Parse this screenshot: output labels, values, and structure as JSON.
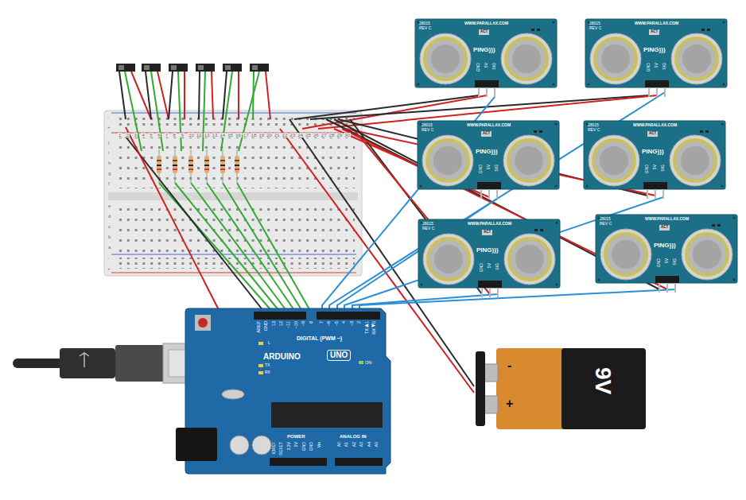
{
  "diagram": {
    "nodes": [
      {
        "text": [
          "28015 REV C",
          "WWW.PARALLAX.COM",
          "ACT",
          "PING)))",
          "GND",
          "5V",
          "SIG"
        ]
      },
      {
        "text": [
          "28015 REV C",
          "WWW.PARALLAX.COM",
          "ACT",
          "PING)))",
          "GND",
          "5V",
          "SIG"
        ]
      },
      {
        "text": [
          "28015 REV C",
          "WWW.PARALLAX.COM",
          "ACT",
          "PING)))",
          "GND",
          "5V",
          "SIG"
        ]
      },
      {
        "text": [
          "28015 REV C",
          "WWW.PARALLAX.COM",
          "ACT",
          "PING)))",
          "GND",
          "5V",
          "SIG"
        ]
      },
      {
        "text": [
          "28015 REV C",
          "WWW.PARALLAX.COM",
          "ACT",
          "PING)))",
          "GND",
          "5V",
          "SIG"
        ]
      },
      {
        "text": [
          "28015 REV C",
          "WWW.PARALLAX.COM",
          "ACT",
          "PING)))",
          "GND",
          "5V",
          "SIG"
        ]
      },
      {
        "text": [
          "AREF",
          "GND",
          "13",
          "12",
          "~11",
          "~10",
          "~9",
          "8",
          "7",
          "~6",
          "~5",
          "4",
          "~3",
          "2",
          "TX▶1",
          "RX◀0",
          "DIGITAL (PWM ~)",
          "ARDUINO",
          "UNO",
          "L",
          "TX",
          "RX",
          "ON",
          "POWER",
          "ANALOG IN",
          "IOREF",
          "RESET",
          "3.3V",
          "5V",
          "GND",
          "GND",
          "Vin",
          "A0",
          "A1",
          "A2",
          "A3",
          "A4",
          "A5"
        ]
      },
      {
        "text": [
          "9V",
          "-",
          "+"
        ]
      }
    ],
    "edges": [
      {
        "from": 0,
        "to": 6,
        "arrow": "none"
      },
      {
        "from": 1,
        "to": 6,
        "arrow": "none"
      },
      {
        "from": 2,
        "to": 6,
        "arrow": "none"
      },
      {
        "from": 3,
        "to": 6,
        "arrow": "none"
      },
      {
        "from": 4,
        "to": 6,
        "arrow": "none"
      },
      {
        "from": 5,
        "to": 6,
        "arrow": "none"
      }
    ],
    "labels": [
      "-",
      "+",
      "-",
      "+",
      "1",
      "2",
      "3",
      "4",
      "5",
      "6",
      "7",
      "8",
      "9",
      "10",
      "11",
      "12",
      "13",
      "14",
      "15",
      "16",
      "17",
      "18",
      "19",
      "20",
      "21",
      "22",
      "23",
      "24",
      "25",
      "26",
      "27",
      "28",
      "29",
      "30",
      "j",
      "i",
      "h",
      "g",
      "f",
      "e",
      "d",
      "c",
      "b",
      "a"
    ]
  }
}
